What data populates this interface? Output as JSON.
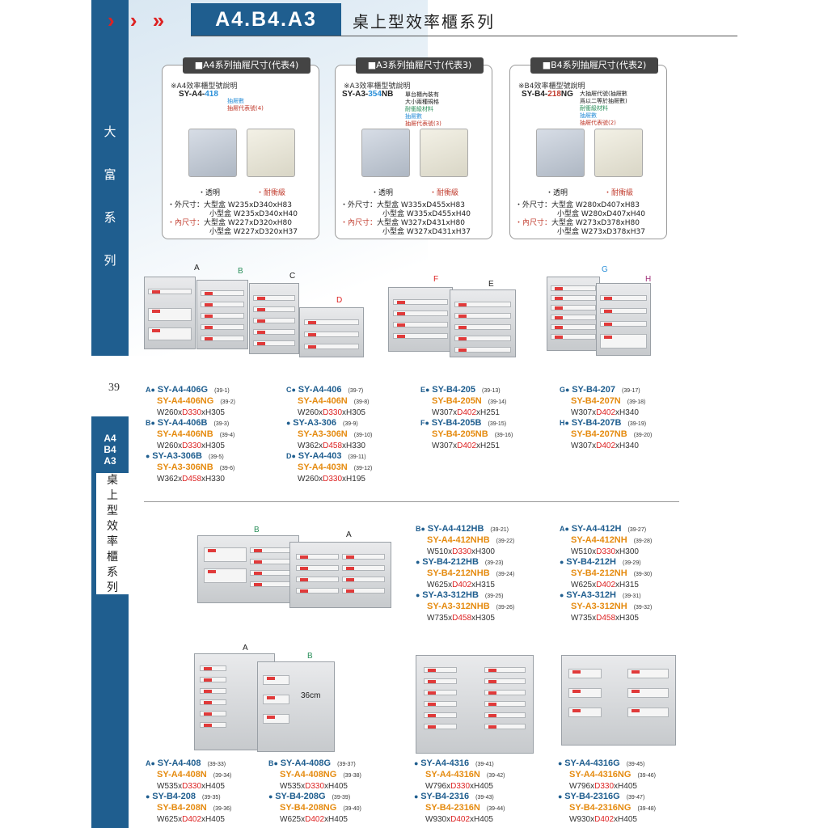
{
  "header": {
    "arrows": "› › »",
    "series_code": "A4.B4.A3",
    "series_title": "桌上型效率櫃系列"
  },
  "sidebar": {
    "chars": [
      "大",
      "富",
      "系",
      "列"
    ],
    "page_number": "39",
    "tab_code": [
      "A4",
      "B4",
      "A3"
    ],
    "tab_title": [
      "桌",
      "上",
      "型",
      "效",
      "率",
      "櫃",
      "系",
      "列"
    ]
  },
  "spec_boxes": [
    {
      "head": "■A4系列抽屜尺寸(代表4)",
      "note": "※A4效率櫃型號說明",
      "code_prefix": "SY-A4-",
      "code_number": "418",
      "code_suffix": "",
      "legend": [
        "抽屜數",
        "抽屜代表號(4)"
      ],
      "label_clear": "・透明",
      "label_solid": "・耐衝級",
      "outer_label": "・外尺寸：",
      "outer": [
        "大型盒 W235xD340xH83",
        "小型盒 W235xD340xH40"
      ],
      "inner_label": "・內尺寸：",
      "inner": [
        "大型盒 W227xD320xH80",
        "小型盒 W227xD320xH37"
      ]
    },
    {
      "head": "■A3系列抽屜尺寸(代表3)",
      "note": "※A3效率櫃型號說明",
      "code_prefix": "SY-A3-",
      "code_number": "354",
      "code_suffix": "NB",
      "legend": [
        "單台櫃內裝有",
        "大小兩種規格",
        "耐衝級材料",
        "抽屜數",
        "抽屜代表號(3)"
      ],
      "label_clear": "・透明",
      "label_solid": "・耐衝級",
      "outer_label": "・外尺寸：",
      "outer": [
        "大型盒 W335xD455xH83",
        "小型盒 W335xD455xH40"
      ],
      "inner_label": "・內尺寸：",
      "inner": [
        "大型盒 W327xD431xH80",
        "小型盒 W327xD431xH37"
      ]
    },
    {
      "head": "■B4系列抽屜尺寸(代表2)",
      "note": "※B4效率櫃型號說明",
      "code_prefix": "SY-B4-",
      "code_number": "218",
      "code_suffix": "NG",
      "legend": [
        "大抽屜代號(抽屜數",
        "爲以二等於抽屜數)",
        "耐衝級材料",
        "抽屜數",
        "抽屜代表號(2)"
      ],
      "label_clear": "・透明",
      "label_solid": "・耐衝級",
      "outer_label": "・外尺寸：",
      "outer": [
        "大型盒 W280xD407xH83",
        "小型盒 W280xD407xH40"
      ],
      "inner_label": "・內尺寸：",
      "inner": [
        "大型盒 W273xD378xH80",
        "小型盒 W273xD378xH37"
      ]
    }
  ],
  "product_letters_top": [
    "A",
    "B",
    "C",
    "D",
    "F",
    "E",
    "G",
    "H"
  ],
  "product_letters_mid": [
    "B",
    "A"
  ],
  "product_letters_bottom": [
    "A",
    "B"
  ],
  "height_label": "36cm",
  "lists": [
    {
      "rows": [
        {
          "tag": "A●",
          "m": "SY-A4-406G",
          "ref": "(39-1)"
        },
        {
          "n": "SY-A4-406NG",
          "ref": "(39-2)"
        },
        {
          "w": "W260x",
          "d": "D330",
          "h": "xH305"
        },
        {
          "tag": "B●",
          "m": "SY-A4-406B",
          "ref": "(39-3)"
        },
        {
          "n": "SY-A4-406NB",
          "ref": "(39-4)"
        },
        {
          "w": "W260x",
          "d": "D330",
          "h": "xH305"
        },
        {
          "tag": "●",
          "m": "SY-A3-306B",
          "ref": "(39-5)"
        },
        {
          "n": "SY-A3-306NB",
          "ref": "(39-6)"
        },
        {
          "w": "W362x",
          "d": "D458",
          "h": "xH330"
        }
      ]
    },
    {
      "rows": [
        {
          "tag": "C●",
          "m": "SY-A4-406",
          "ref": "(39-7)"
        },
        {
          "n": "SY-A4-406N",
          "ref": "(39-8)"
        },
        {
          "w": "W260x",
          "d": "D330",
          "h": "xH305"
        },
        {
          "tag": "●",
          "m": "SY-A3-306",
          "ref": "(39-9)"
        },
        {
          "n": "SY-A3-306N",
          "ref": "(39-10)"
        },
        {
          "w": "W362x",
          "d": "D458",
          "h": "xH330"
        },
        {
          "tag": "D●",
          "m": "SY-A4-403",
          "ref": "(39-11)"
        },
        {
          "n": "SY-A4-403N",
          "ref": "(39-12)"
        },
        {
          "w": "W260x",
          "d": "D330",
          "h": "xH195"
        }
      ]
    },
    {
      "rows": [
        {
          "tag": "E●",
          "m": "SY-B4-205",
          "ref": "(39-13)"
        },
        {
          "n": "SY-B4-205N",
          "ref": "(39-14)"
        },
        {
          "w": "W307x",
          "d": "D402",
          "h": "xH251"
        },
        {
          "tag": "F●",
          "m": "SY-B4-205B",
          "ref": "(39-15)"
        },
        {
          "n": "SY-B4-205NB",
          "ref": "(39-16)"
        },
        {
          "w": "W307x",
          "d": "D402",
          "h": "xH251"
        }
      ]
    },
    {
      "rows": [
        {
          "tag": "G●",
          "m": "SY-B4-207",
          "ref": "(39-17)"
        },
        {
          "n": "SY-B4-207N",
          "ref": "(39-18)"
        },
        {
          "w": "W307x",
          "d": "D402",
          "h": "xH340"
        },
        {
          "tag": "H●",
          "m": "SY-B4-207B",
          "ref": "(39-19)"
        },
        {
          "n": "SY-B4-207NB",
          "ref": "(39-20)"
        },
        {
          "w": "W307x",
          "d": "D402",
          "h": "xH340"
        }
      ]
    },
    {
      "rows": [
        {
          "tag": "B●",
          "m": "SY-A4-412HB",
          "ref": "(39-21)"
        },
        {
          "n": "SY-A4-412NHB",
          "ref": "(39-22)"
        },
        {
          "w": "W510x",
          "d": "D330",
          "h": "xH300"
        },
        {
          "tag": "●",
          "m": "SY-B4-212HB",
          "ref": "(39-23)"
        },
        {
          "n": "SY-B4-212NHB",
          "ref": "(39-24)"
        },
        {
          "w": "W625x",
          "d": "D402",
          "h": "xH315"
        },
        {
          "tag": "●",
          "m": "SY-A3-312HB",
          "ref": "(39-25)"
        },
        {
          "n": "SY-A3-312NHB",
          "ref": "(39-26)"
        },
        {
          "w": "W735x",
          "d": "D458",
          "h": "xH305"
        }
      ]
    },
    {
      "rows": [
        {
          "tag": "A●",
          "m": "SY-A4-412H",
          "ref": "(39-27)"
        },
        {
          "n": "SY-A4-412NH",
          "ref": "(39-28)"
        },
        {
          "w": "W510x",
          "d": "D330",
          "h": "xH300"
        },
        {
          "tag": "●",
          "m": "SY-B4-212H",
          "ref": "(39-29)"
        },
        {
          "n": "SY-B4-212NH",
          "ref": "(39-30)"
        },
        {
          "w": "W625x",
          "d": "D402",
          "h": "xH315"
        },
        {
          "tag": "●",
          "m": "SY-A3-312H",
          "ref": "(39-31)"
        },
        {
          "n": "SY-A3-312NH",
          "ref": "(39-32)"
        },
        {
          "w": "W735x",
          "d": "D458",
          "h": "xH305"
        }
      ]
    },
    {
      "rows": [
        {
          "tag": "A●",
          "m": "SY-A4-408",
          "ref": "(39-33)"
        },
        {
          "n": "SY-A4-408N",
          "ref": "(39-34)"
        },
        {
          "w": "W535x",
          "d": "D330",
          "h": "xH405"
        },
        {
          "tag": "●",
          "m": "SY-B4-208",
          "ref": "(39-35)"
        },
        {
          "n": "SY-B4-208N",
          "ref": "(39-36)"
        },
        {
          "w": "W625x",
          "d": "D402",
          "h": "xH405"
        }
      ]
    },
    {
      "rows": [
        {
          "tag": "B●",
          "m": "SY-A4-408G",
          "ref": "(39-37)"
        },
        {
          "n": "SY-A4-408NG",
          "ref": "(39-38)"
        },
        {
          "w": "W535x",
          "d": "D330",
          "h": "xH405"
        },
        {
          "tag": "●",
          "m": "SY-B4-208G",
          "ref": "(39-39)"
        },
        {
          "n": "SY-B4-208NG",
          "ref": "(39-40)"
        },
        {
          "w": "W625x",
          "d": "D402",
          "h": "xH405"
        }
      ]
    },
    {
      "rows": [
        {
          "tag": "●",
          "m": "SY-A4-4316",
          "ref": "(39-41)"
        },
        {
          "n": "SY-A4-4316N",
          "ref": "(39-42)"
        },
        {
          "w": "W796x",
          "d": "D330",
          "h": "xH405"
        },
        {
          "tag": "●",
          "m": "SY-B4-2316",
          "ref": "(39-43)"
        },
        {
          "n": "SY-B4-2316N",
          "ref": "(39-44)"
        },
        {
          "w": "W930x",
          "d": "D402",
          "h": "xH405"
        }
      ]
    },
    {
      "rows": [
        {
          "tag": "●",
          "m": "SY-A4-4316G",
          "ref": "(39-45)"
        },
        {
          "n": "SY-A4-4316NG",
          "ref": "(39-46)"
        },
        {
          "w": "W796x",
          "d": "D330",
          "h": "xH405"
        },
        {
          "tag": "●",
          "m": "SY-B4-2316G",
          "ref": "(39-47)"
        },
        {
          "n": "SY-B4-2316NG",
          "ref": "(39-48)"
        },
        {
          "w": "W930x",
          "d": "D402",
          "h": "xH405"
        }
      ]
    }
  ],
  "colors": {
    "brand_blue": "#1f5e8f",
    "accent_red": "#d22",
    "variant_orange": "#e58b10"
  }
}
